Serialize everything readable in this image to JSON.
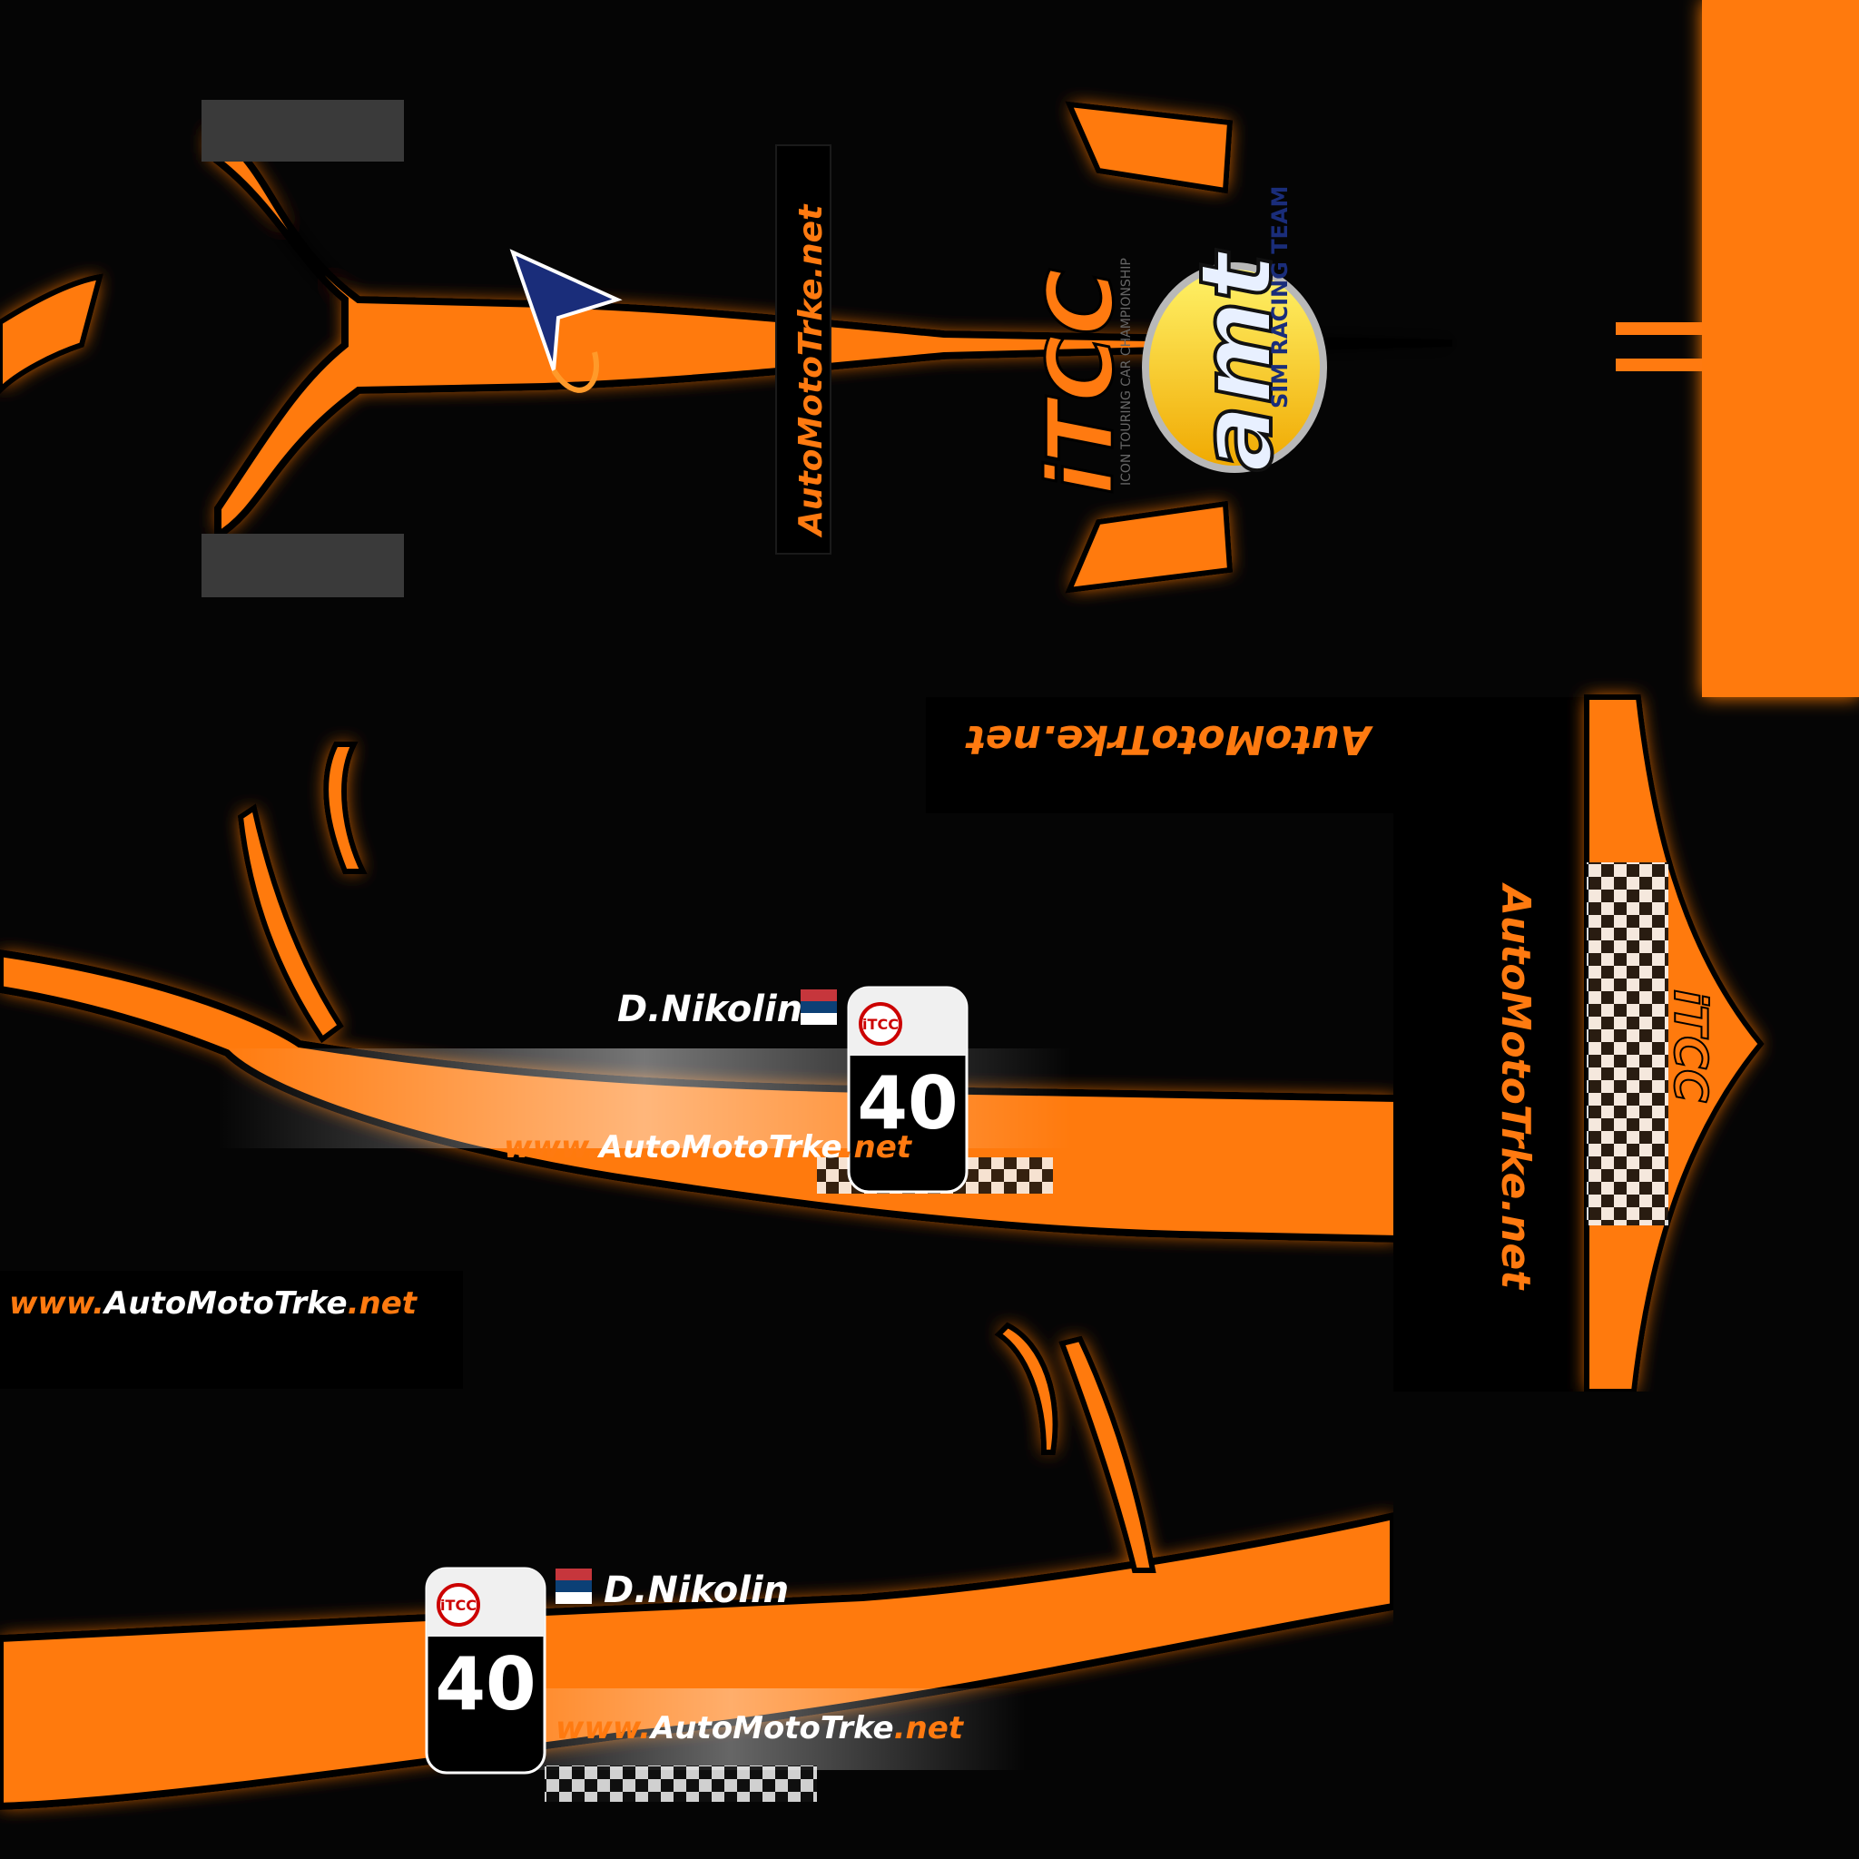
{
  "colors": {
    "background": "#050505",
    "accent": "#ff7a10",
    "accent_dark": "#e06a00",
    "glow": "#ff8a1c",
    "grey": "#3a3a3a",
    "white": "#ffffff"
  },
  "brand": {
    "amt_logo": "AutoMotoTrke.net",
    "itcc": "iTCC",
    "itcc_subtitle": "ICON TOURING CAR CHAMPIONSHIP",
    "team_logo": "amt",
    "team_subtitle": "SIM RACING TEAM",
    "manufacturer_icon": "arrow-emblem-icon"
  },
  "driver": {
    "name": "D.Nikolin",
    "number": "40",
    "flag": "serbia-flag-icon"
  },
  "website": {
    "lead": "www.",
    "main": "AutoMotoTrke",
    "suffix": ".net"
  }
}
